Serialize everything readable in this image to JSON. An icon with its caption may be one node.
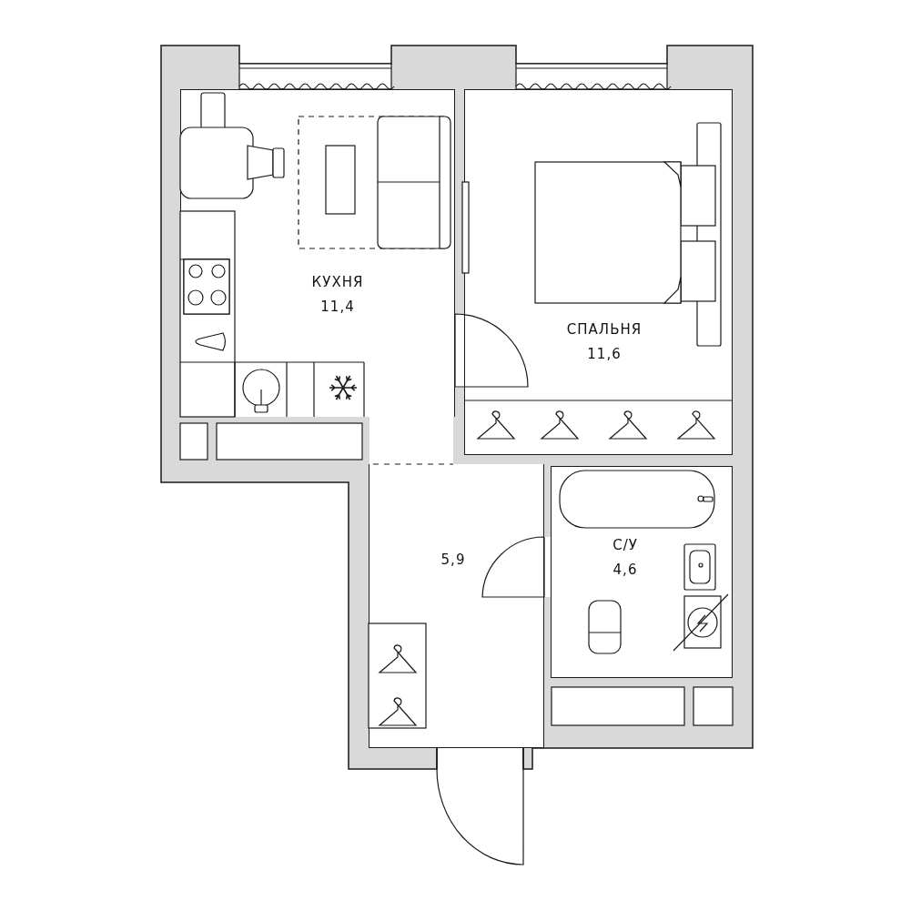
{
  "diagram": {
    "nodes": [
      {
        "text": [
          "КУХНЯ",
          "11,4"
        ]
      },
      {
        "text": [
          "СПАЛЬНЯ",
          "11,6"
        ]
      },
      {
        "text": [
          "5,9"
        ]
      },
      {
        "text": [
          "С/У",
          "4,6"
        ]
      }
    ]
  }
}
